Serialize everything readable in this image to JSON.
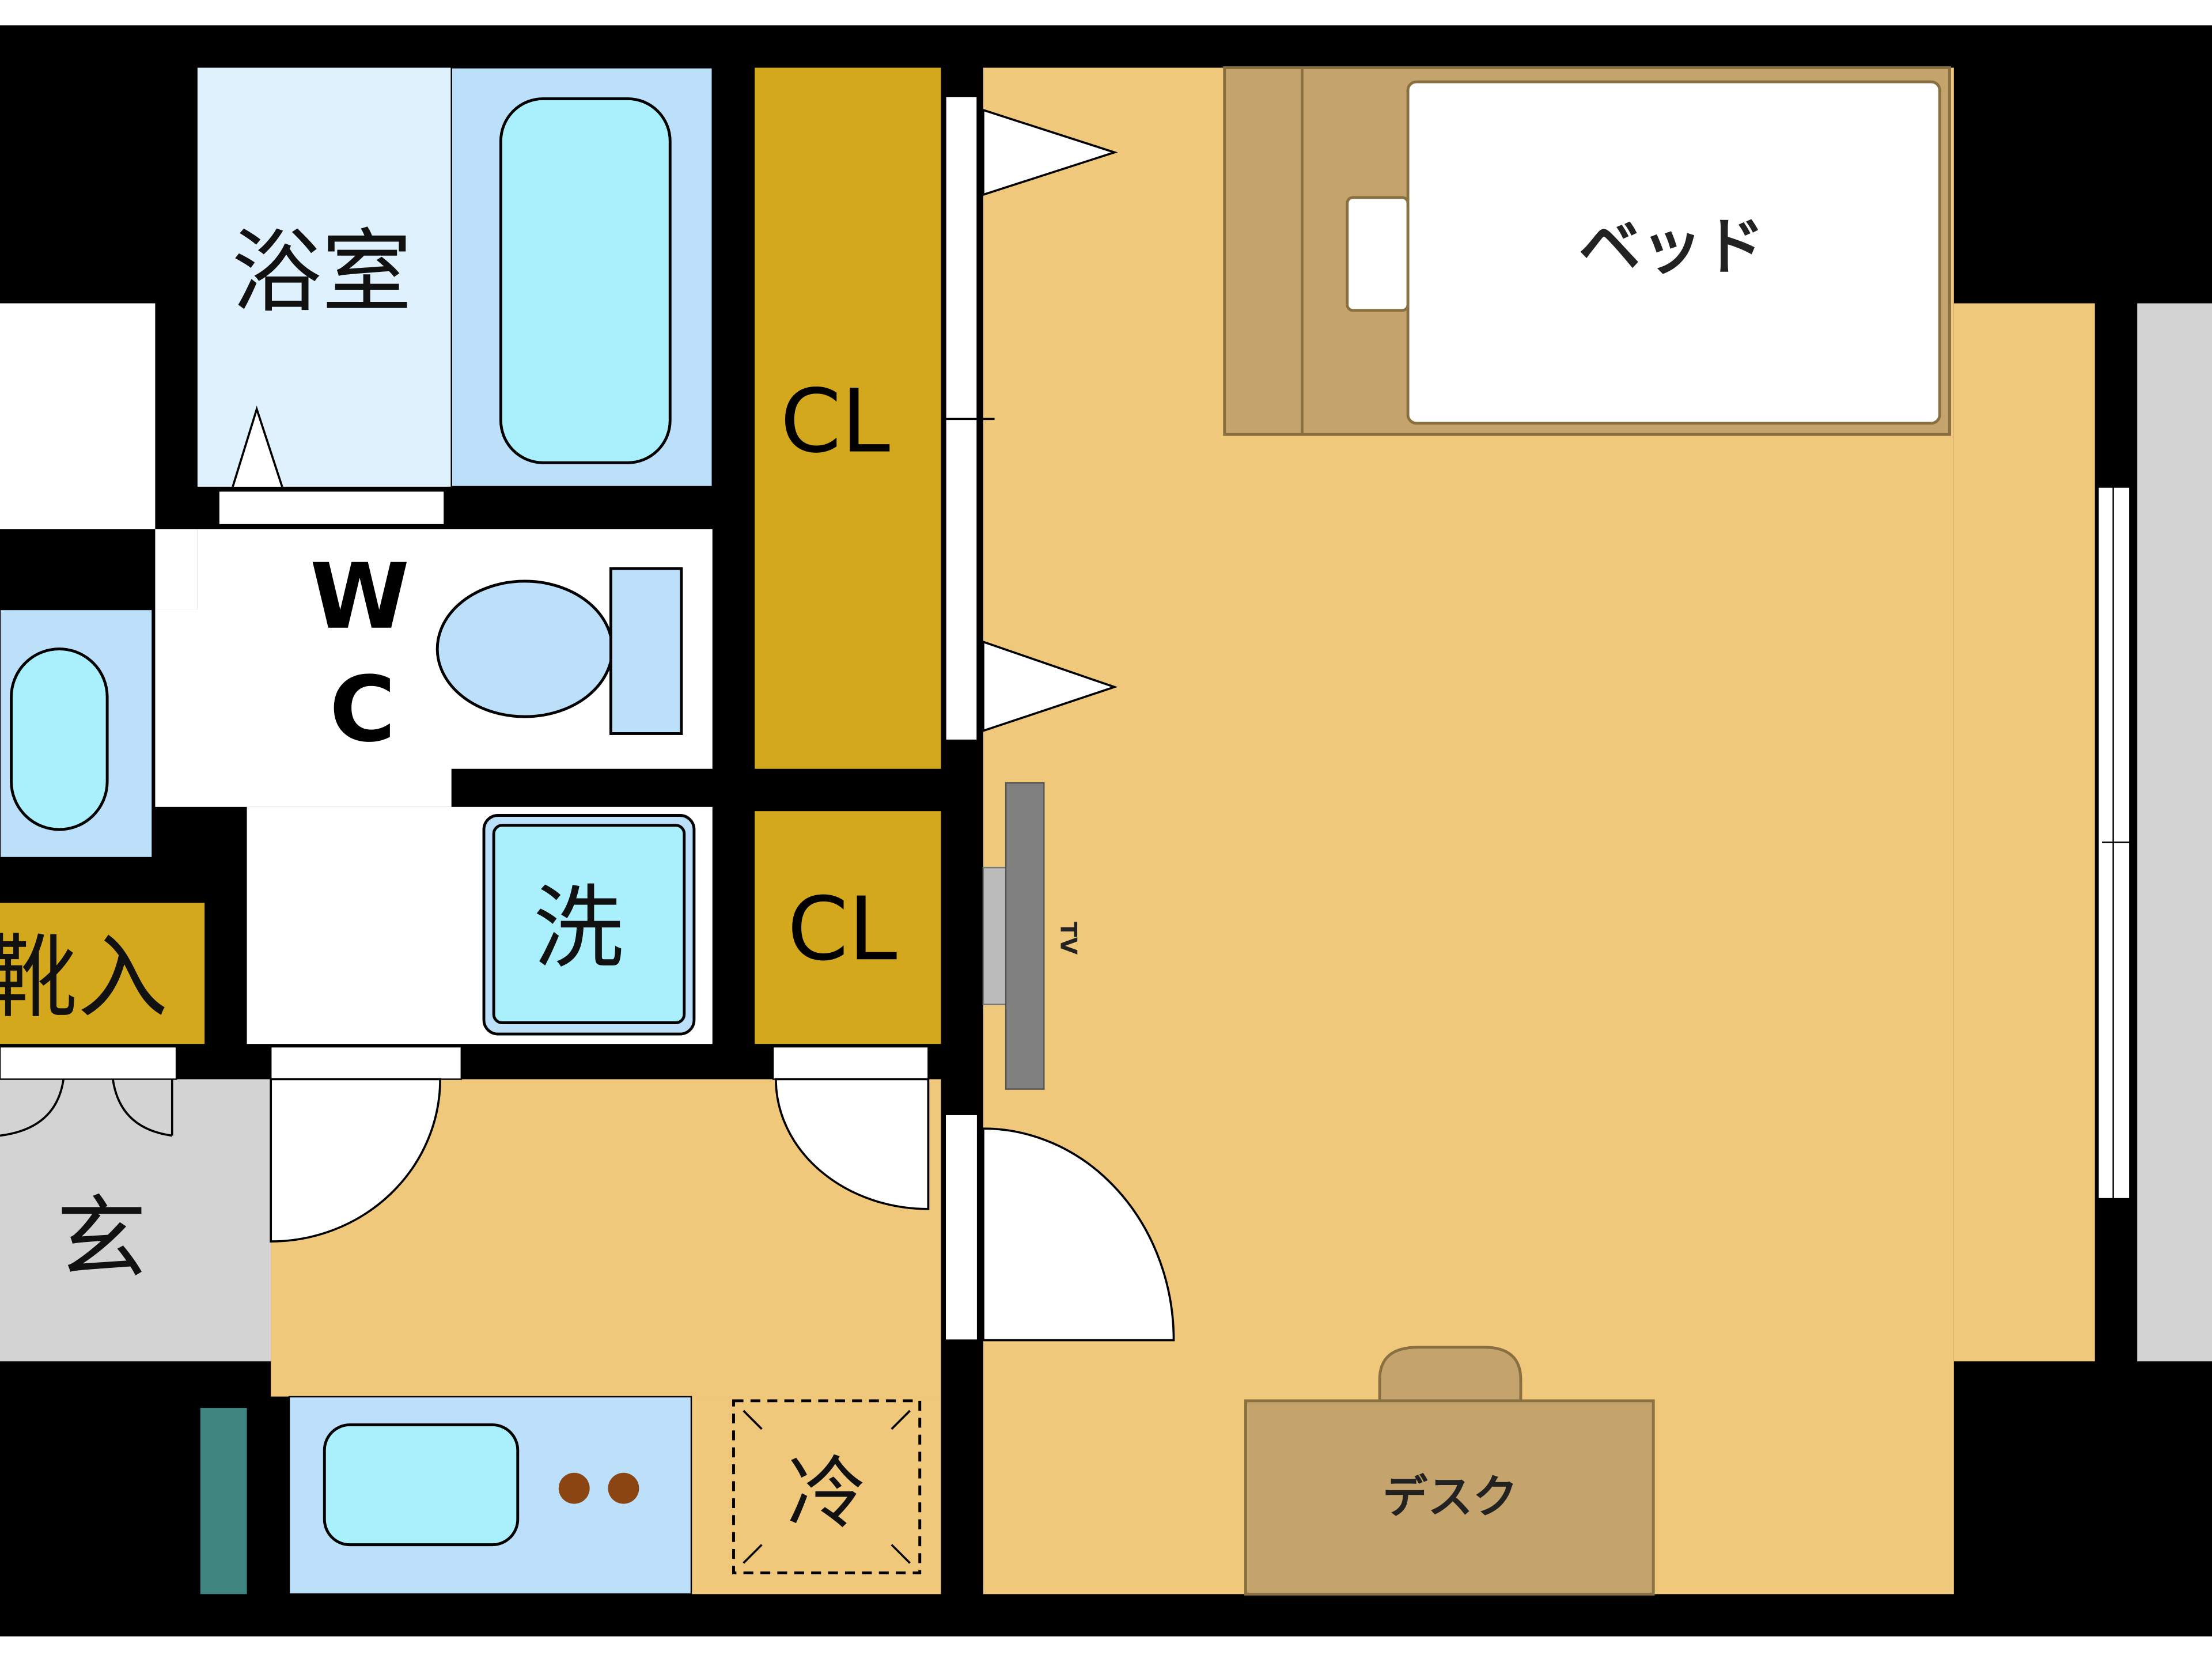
{
  "labels": {
    "bathroom": "浴室",
    "closet_upper": "CL",
    "wc_w": "W",
    "wc_c": "C",
    "washer": "洗",
    "closet_lower": "CL",
    "shoe_cabinet": "靴入",
    "entrance": "玄",
    "fridge": "冷",
    "bed": "ベッド",
    "desk": "デスク",
    "tv": "TV"
  },
  "colors": {
    "wall": "#000000",
    "floor_room": "#f0c87c",
    "closet": "#d4a81c",
    "wet_area": "#bde0fa",
    "fixture": "#aaf0fc",
    "bath_floor": "#dff1fc",
    "entrance_floor": "#d3d3d3",
    "furniture": "#c4a46c",
    "accent_teal": "#3f8580",
    "burner": "#8b4513"
  }
}
